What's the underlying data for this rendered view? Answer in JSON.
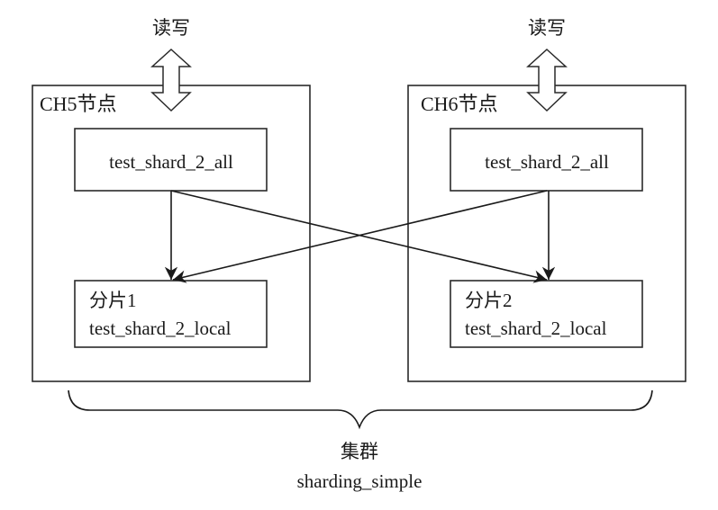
{
  "diagram": {
    "left_node": {
      "io_label": "读写",
      "node_label": "CH5节点",
      "distributed_table": "test_shard_2_all",
      "shard_label": "分片1",
      "local_table": "test_shard_2_local"
    },
    "right_node": {
      "io_label": "读写",
      "node_label": "CH6节点",
      "distributed_table": "test_shard_2_all",
      "shard_label": "分片2",
      "local_table": "test_shard_2_local"
    },
    "cluster": {
      "label": "集群",
      "name": "sharding_simple"
    },
    "edges": [
      {
        "from": "left_node.distributed_table",
        "to": "left_node.shard"
      },
      {
        "from": "left_node.distributed_table",
        "to": "right_node.shard"
      },
      {
        "from": "right_node.distributed_table",
        "to": "right_node.shard"
      },
      {
        "from": "right_node.distributed_table",
        "to": "left_node.shard"
      }
    ]
  }
}
